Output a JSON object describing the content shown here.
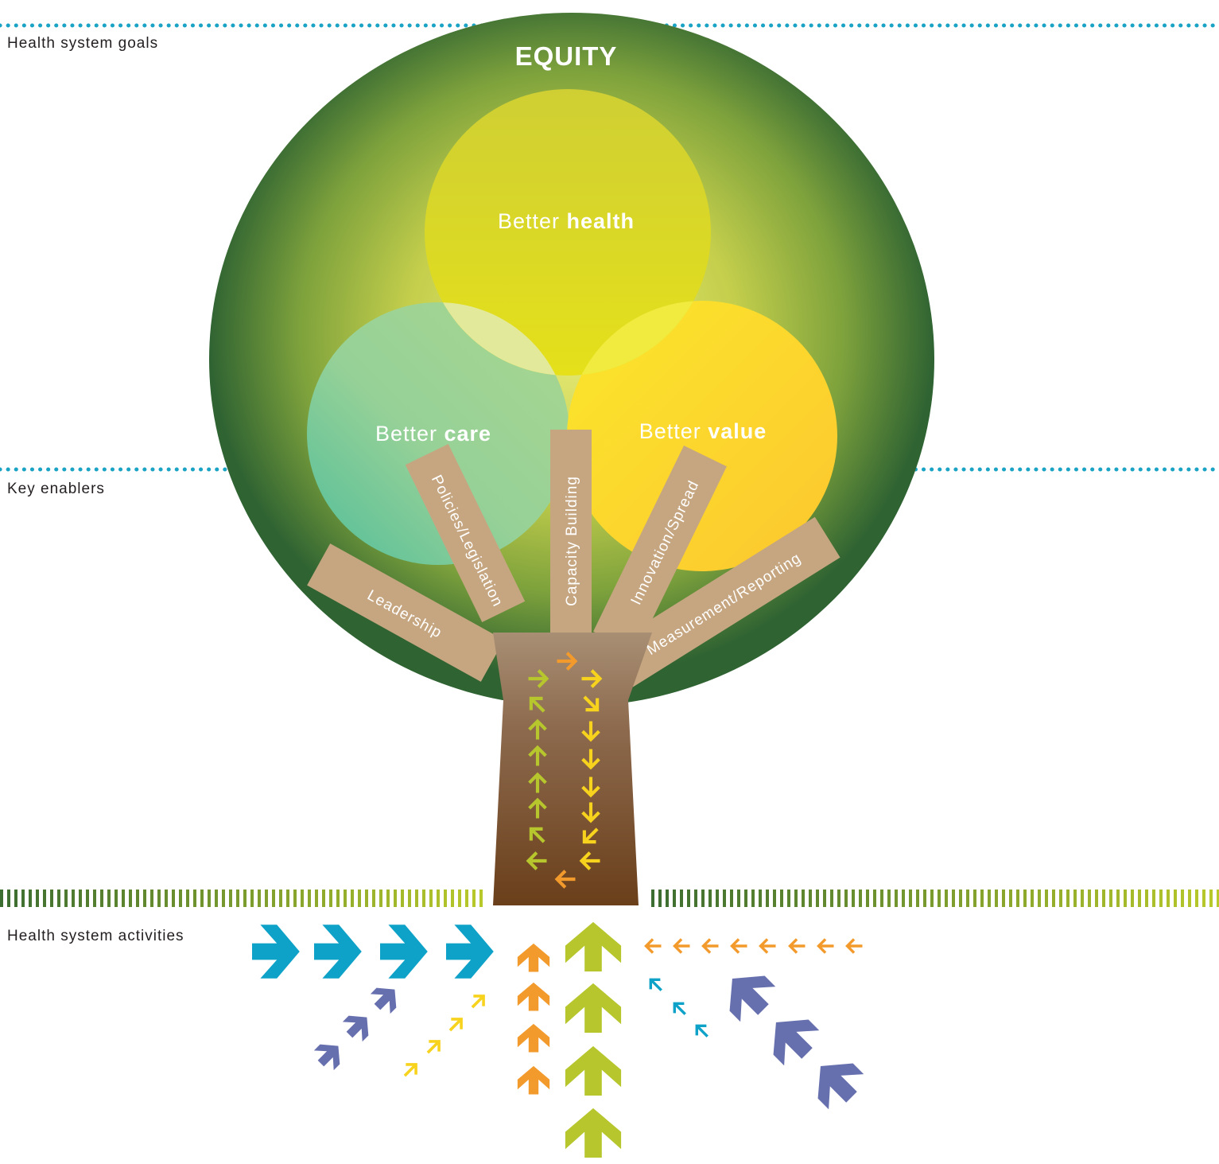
{
  "sections": {
    "goals": "Health system goals",
    "enablers": "Key enablers",
    "activities": "Health system activities"
  },
  "crown": {
    "title": "EQUITY",
    "goals": [
      {
        "prefix": "Better ",
        "bold": "health"
      },
      {
        "prefix": "Better ",
        "bold": "care"
      },
      {
        "prefix": "Better ",
        "bold": "value"
      }
    ]
  },
  "branches": [
    "Leadership",
    "Policies/Legislation",
    "Capacity Building",
    "Innovation/Spread",
    "Measurement/Reporting"
  ],
  "colors": {
    "divider": "#1aa3c4",
    "crown_dark": "#2f6332",
    "crown_light": "#c5cf4c",
    "health": "#dcdc1e",
    "care": "#5cc29a",
    "value": "#fdd628",
    "branch": "#c6a680",
    "trunk_top": "#a48a70",
    "trunk_bottom": "#6a3f1a",
    "arrow_blue": "#0ea2c8",
    "arrow_purple": "#6770ae",
    "arrow_orange": "#f39a2c",
    "arrow_lime": "#b6c62c",
    "arrow_yellow": "#f7d31e",
    "ground_dark": "#3c6d31",
    "ground_light": "#b9c92a"
  },
  "icons": [
    "arrow-icon"
  ]
}
